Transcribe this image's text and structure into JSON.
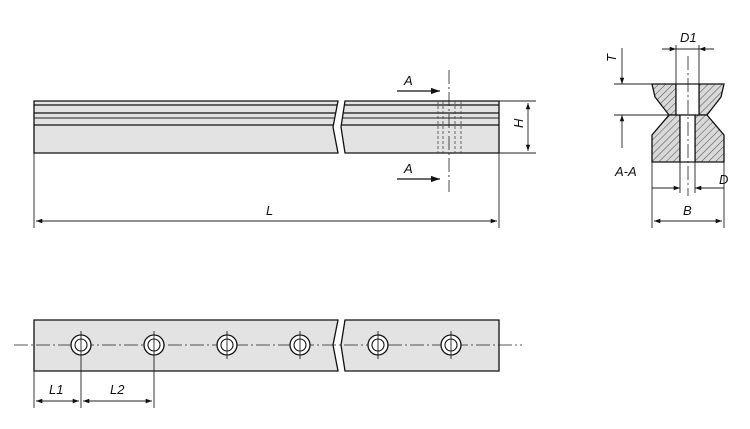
{
  "labels": {
    "length": "L",
    "height": "H",
    "section_arrow": "A",
    "section_name": "A-A",
    "width": "B",
    "bore_diameter": "D1",
    "counterbore_depth": "T",
    "hole_diameter": "D",
    "first_hole_offset": "L1",
    "hole_pitch": "L2"
  },
  "colors": {
    "outline": "#111111",
    "body": "#e3e3e3",
    "hatch": "#555555"
  }
}
